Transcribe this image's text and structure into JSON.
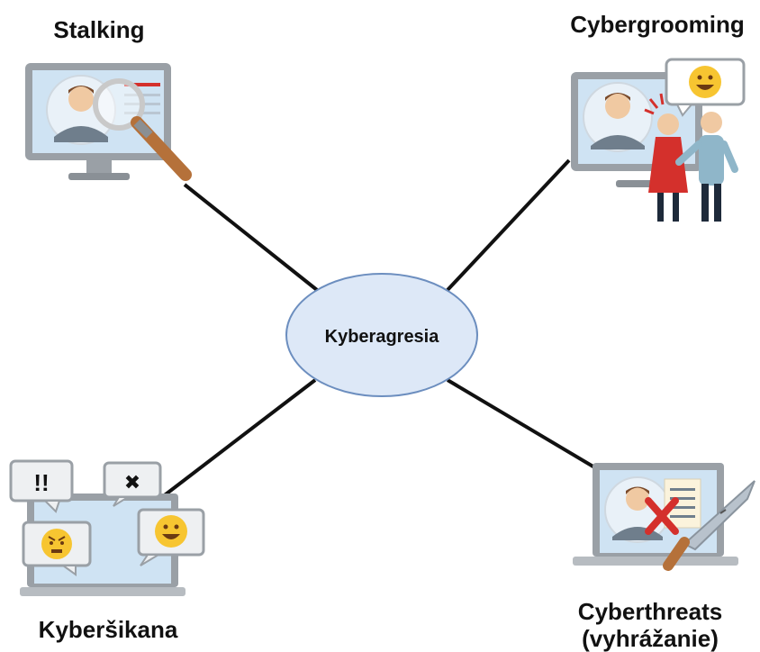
{
  "center": {
    "label": "Kyberagresia"
  },
  "nodes": {
    "top_left": {
      "label": "Stalking"
    },
    "top_right": {
      "label": "Cybergrooming"
    },
    "bottom_left": {
      "label": "Kyberšikana"
    },
    "bottom_right": {
      "label": "Cyberthreats\n(vyhrážanie)"
    }
  },
  "bubbles": {
    "exclaim": "!!",
    "cross": "✖"
  },
  "colors": {
    "ellipse_fill": "#dde8f7",
    "ellipse_stroke": "#6c8ebf",
    "line": "#111111",
    "monitor": "#9aa0a6",
    "screen": "#cfe3f3",
    "emoji": "#f7c531",
    "red": "#d4302c"
  }
}
